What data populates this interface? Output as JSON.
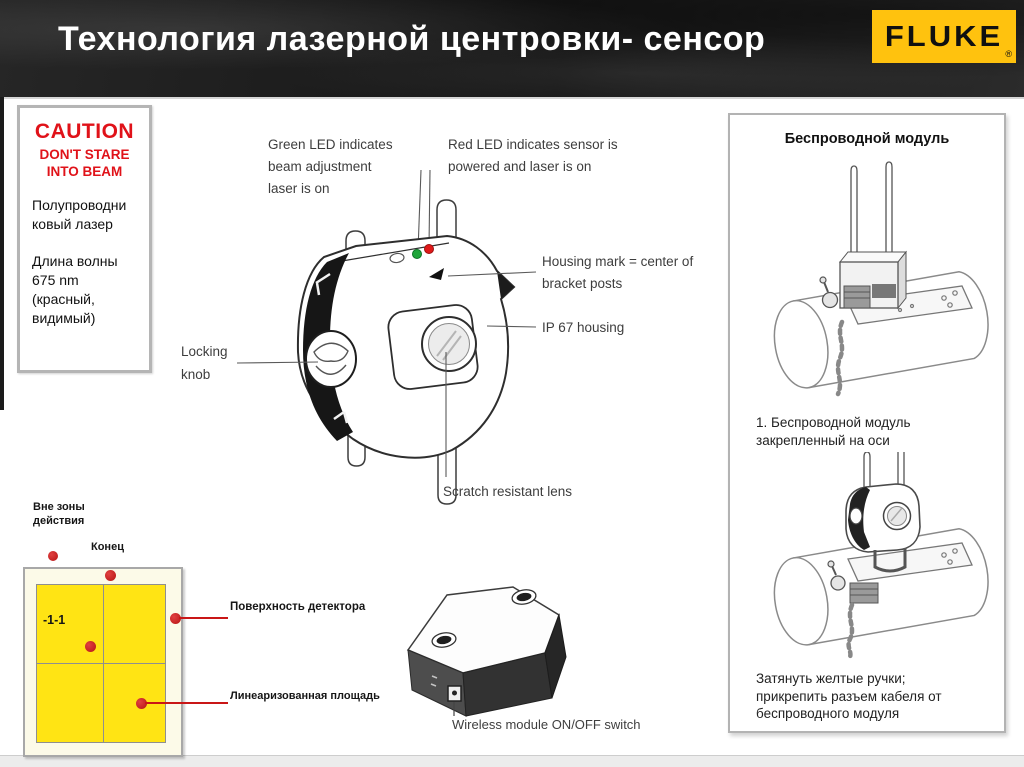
{
  "colors": {
    "fluke_yellow": "#ffc20e",
    "caution_red": "#e01219",
    "annotation_red": "#c91616",
    "detector_yellow": "#ffe414",
    "detector_bg": "#fcfae8",
    "led_green": "#1ea53a",
    "led_red": "#e01919",
    "header_bg": "#1f1f1f"
  },
  "header": {
    "title": "Технология  лазерной центровки- сенсор",
    "logo": "FLUKE",
    "registered": "®"
  },
  "caution": {
    "title": "CAUTION",
    "warning": "DON'T STARE\nINTO BEAM",
    "body1": "Полупроводни\nковый лазер",
    "body2": "Длина волны\n675 nm\n(красный,\nвидимый)"
  },
  "sensor": {
    "green_led_label": "Green LED indicates\nbeam adjustment\nlaser is on",
    "red_led_label": "Red LED indicates sensor is\npowered and laser is on",
    "housing_mark_label": "Housing mark = center of\nbracket posts",
    "ip67_label": "IP 67 housing",
    "locking_knob_label": "Locking\nknob",
    "lens_label": "Scratch resistant lens"
  },
  "detector": {
    "out_of_range": "Вне зоны\nдействия",
    "end": "Конец",
    "cell": "-1-1",
    "surface": "Поверхность детектора",
    "linearized": "Линеаризованная площадь"
  },
  "wireless": {
    "switch_label": "Wireless module ON/OFF switch"
  },
  "panel": {
    "title": "Беспроводной модуль",
    "caption1": "1. Беспроводной модуль\nзакрепленный на оси",
    "caption2": "Затянуть желтые ручки;\nприкрепить разъем кабеля от\nбеспроводного модуля"
  }
}
